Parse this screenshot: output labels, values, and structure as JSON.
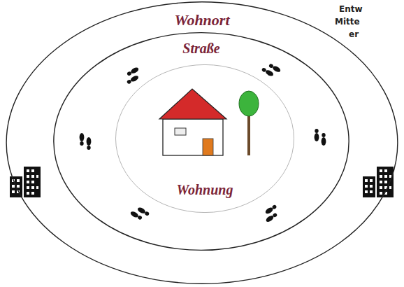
{
  "diagram": {
    "nodes": [
      {
        "text": [
          "Wohnort"
        ]
      },
      {
        "text": [
          "Straße"
        ],
        "in": 0
      },
      {
        "text": [
          "Wohnung"
        ],
        "in": 1
      }
    ],
    "labels": [
      "Entw",
      "Mitte",
      "er"
    ]
  }
}
